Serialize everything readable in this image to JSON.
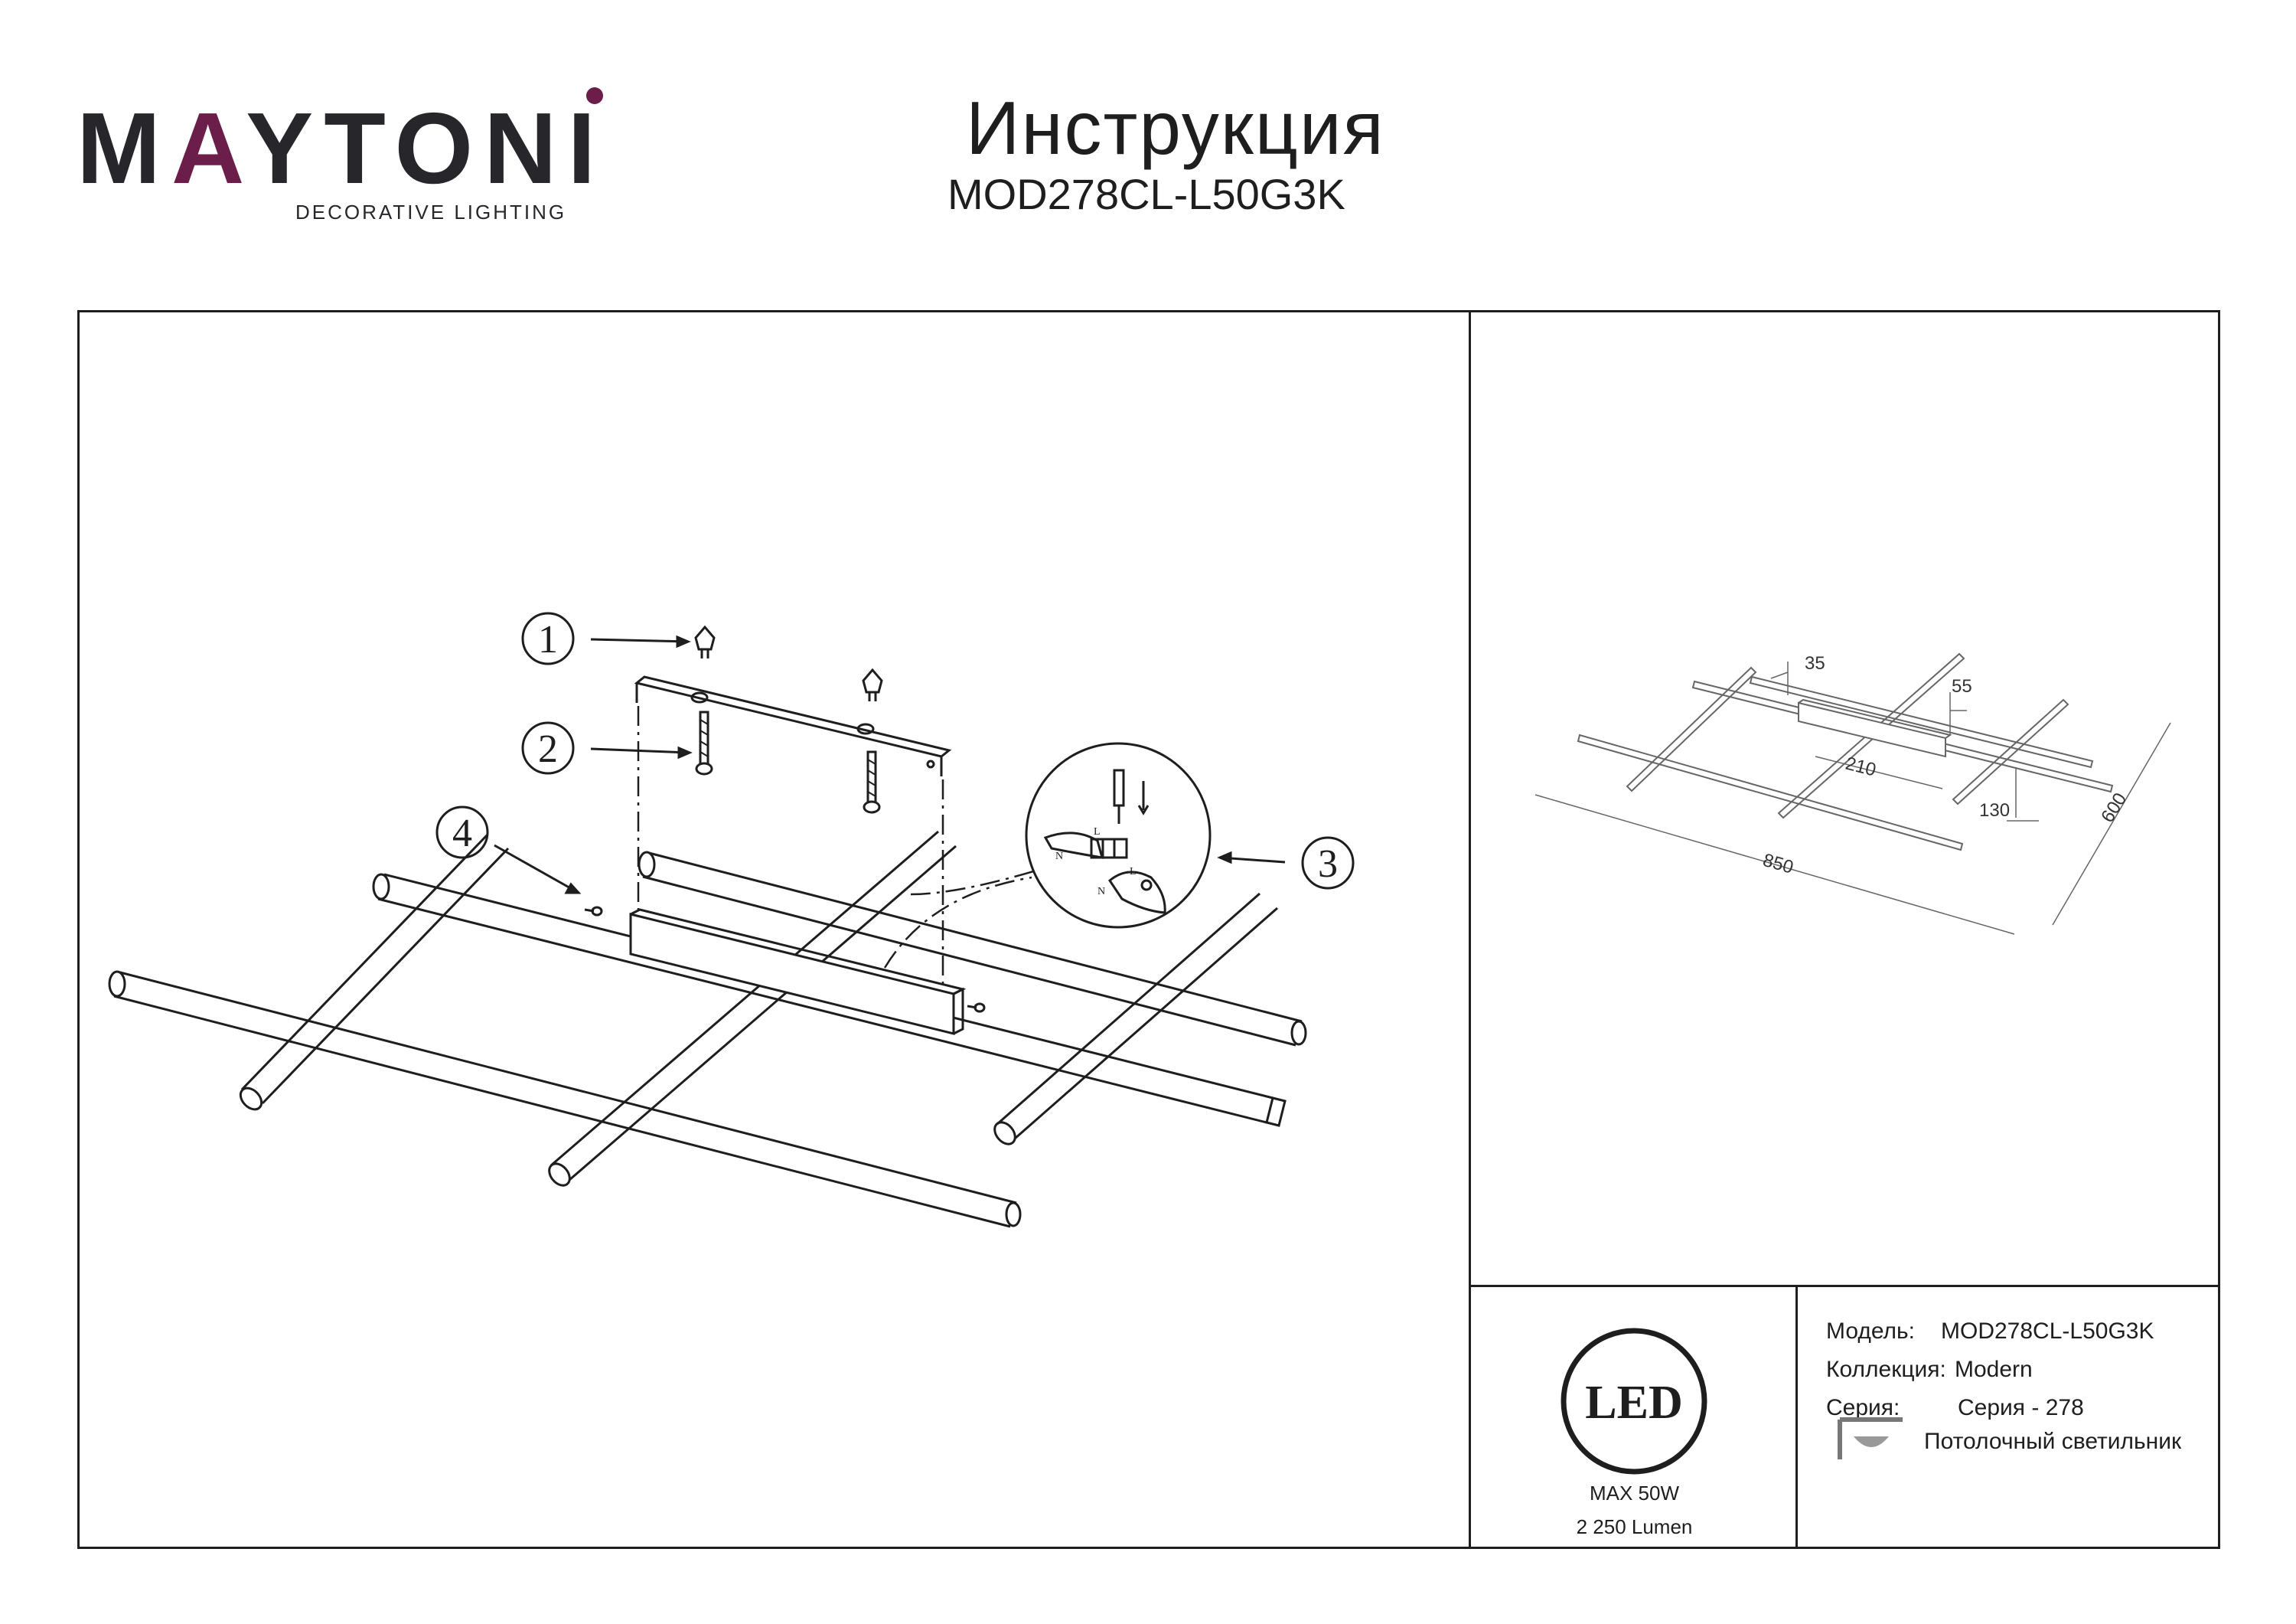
{
  "header": {
    "brand": "MAYTONI",
    "brand_sub": "DECORATIVE LIGHTING",
    "title": "Инструкция",
    "model": "MOD278CL-L50G3K"
  },
  "brand_color": "#6b1e4a",
  "assembly": {
    "callouts": [
      "1",
      "2",
      "3",
      "4"
    ],
    "terminal_labels": [
      "L",
      "N",
      "L",
      "N"
    ]
  },
  "dimensions": {
    "depth": "35",
    "height": "55",
    "bracket": "210",
    "offset": "130",
    "length": "850",
    "width": "600"
  },
  "led": {
    "badge": "LED",
    "power": "MAX 50W",
    "lumen": "2 250 Lumen"
  },
  "specs": {
    "model_label": "Модель:",
    "model_value": "MOD278CL-L50G3K",
    "collection_label": "Коллекция:",
    "collection_value": "Modern",
    "series_label": "Серия:",
    "series_value": "Серия - 278",
    "type_value": "Потолочный светильник",
    "type_icon": "ceiling-lamp-icon"
  }
}
